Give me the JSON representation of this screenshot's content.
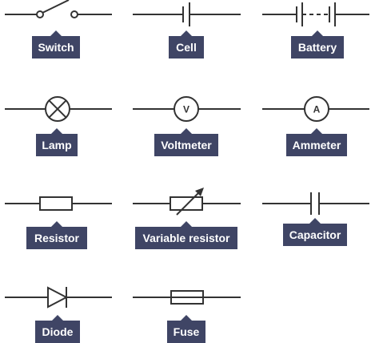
{
  "colors": {
    "label_background": "#3f4565",
    "label_text": "#ffffff",
    "symbol_stroke": "#333333"
  },
  "symbols": [
    {
      "name": "switch",
      "label": "Switch"
    },
    {
      "name": "cell",
      "label": "Cell"
    },
    {
      "name": "battery",
      "label": "Battery"
    },
    {
      "name": "lamp",
      "label": "Lamp"
    },
    {
      "name": "voltmeter",
      "label": "Voltmeter",
      "letter": "V"
    },
    {
      "name": "ammeter",
      "label": "Ammeter",
      "letter": "A"
    },
    {
      "name": "resistor",
      "label": "Resistor"
    },
    {
      "name": "variable-resistor",
      "label": "Variable resistor"
    },
    {
      "name": "capacitor",
      "label": "Capacitor"
    },
    {
      "name": "diode",
      "label": "Diode"
    },
    {
      "name": "fuse",
      "label": "Fuse"
    }
  ]
}
